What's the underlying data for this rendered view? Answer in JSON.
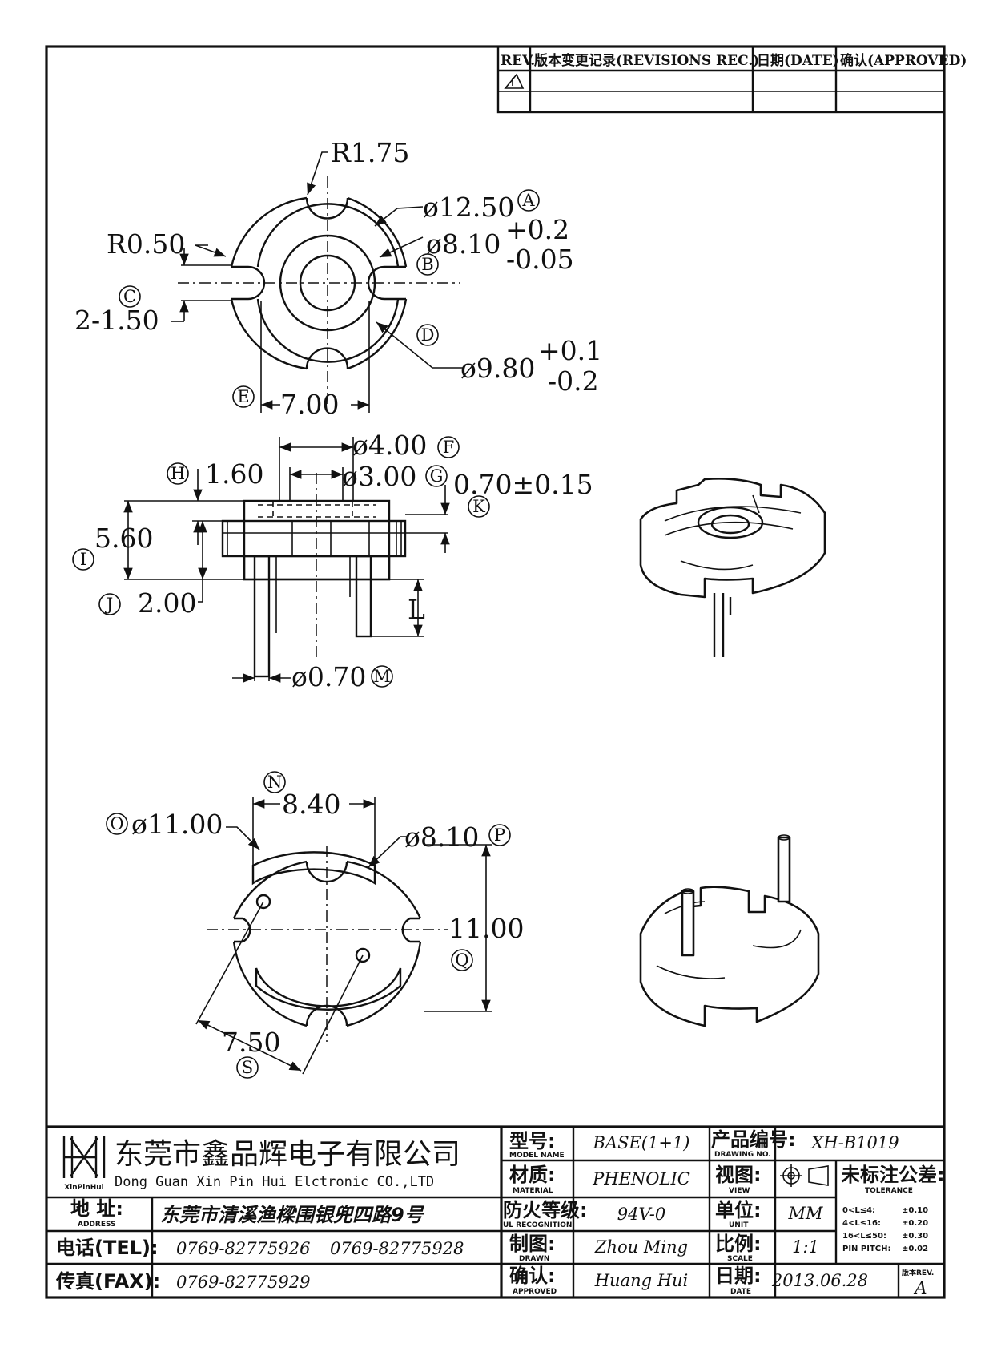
{
  "revisions": {
    "headers": {
      "rev": "REV.",
      "record": "版本变更记录(REVISIONS REC.)",
      "date": "日期(DATE)",
      "approved": "确认(APPROVED)"
    }
  },
  "top_view": {
    "r_slot": "R1.75",
    "dia_outer": "ø12.50",
    "ref_a": "A",
    "dia_inner": "ø8.10",
    "tol_inner_plus": "+0.2",
    "tol_inner_minus": "-0.05",
    "ref_b": "B",
    "r_corner": "R0.50",
    "ref_c": "C",
    "slot_width": "2-1.50",
    "ref_d": "D",
    "dia_mid": "ø9.80",
    "tol_mid_plus": "+0.1",
    "tol_mid_minus": "-0.2",
    "ref_e": "E",
    "width_e": "7.00"
  },
  "side_view": {
    "dia_f": "ø4.00",
    "ref_f": "F",
    "dia_g": "ø3.00",
    "ref_g": "G",
    "ref_h": "H",
    "dim_h": "1.60",
    "dim_k": "0.70±0.15",
    "ref_k": "K",
    "dim_i": "5.60",
    "ref_i": "I",
    "ref_j": "J",
    "dim_j": "2.00",
    "dim_l": "L",
    "dia_pin": "ø0.70",
    "ref_m": "M"
  },
  "bottom_view": {
    "ref_n": "N",
    "dim_n": "8.40",
    "ref_o": "O",
    "dia_o": "ø11.00",
    "dia_p": "ø8.10",
    "ref_p": "P",
    "dim_q": "11.00",
    "ref_q": "Q",
    "dim_s": "7.50",
    "ref_s": "S"
  },
  "title_block": {
    "company_cn": "东莞市鑫品辉电子有限公司",
    "company_en": "Dong Guan Xin Pin Hui Elctronic CO.,LTD",
    "logo_caption": "XinPinHui",
    "address_label": "地 址:",
    "address_label_en": "ADDRESS",
    "address": "东莞市清溪渔樑围银兜四路9号",
    "tel_label": "电话(TEL):",
    "tel_1": "0769-82775926",
    "tel_2": "0769-82775928",
    "fax_label": "传真(FAX):",
    "fax": "0769-82775929",
    "model_label": "型号:",
    "model_label_en": "MODEL NAME",
    "model": "BASE(1+1)",
    "material_label": "材质:",
    "material_label_en": "MATERIAL",
    "material": "PHENOLIC",
    "flame_label": "防火等级:",
    "flame_label_en": "UL RECOGNITION",
    "flame": "94V-0",
    "drawn_label": "制图:",
    "drawn_label_en": "DRAWN",
    "drawn": "Zhou Ming",
    "approved_label": "确认:",
    "approved_label_en": "APPROVED",
    "approved": "Huang Hui",
    "drawing_no_label": "产品编号:",
    "drawing_no_label_en": "DRAWING NO.",
    "drawing_no": "XH-B1019",
    "view_label": "视图:",
    "view_label_en": "VIEW",
    "unit_label": "单位:",
    "unit_label_en": "UNIT",
    "unit": "MM",
    "scale_label": "比例:",
    "scale_label_en": "SCALE",
    "scale": "1:1",
    "date_label": "日期:",
    "date_label_en": "DATE",
    "date": "2013.06.28",
    "tolerance_label": "未标注公差:",
    "tolerance_label_en": "TOLERANCE",
    "tolerance_rows": [
      {
        "range": "0<L≤4:",
        "value": "±0.10"
      },
      {
        "range": "4<L≤16:",
        "value": "±0.20"
      },
      {
        "range": "16<L≤50:",
        "value": "±0.30"
      },
      {
        "range": "PIN PITCH:",
        "value": "±0.02"
      }
    ],
    "rev_label": "版本REV.",
    "rev": "A"
  }
}
